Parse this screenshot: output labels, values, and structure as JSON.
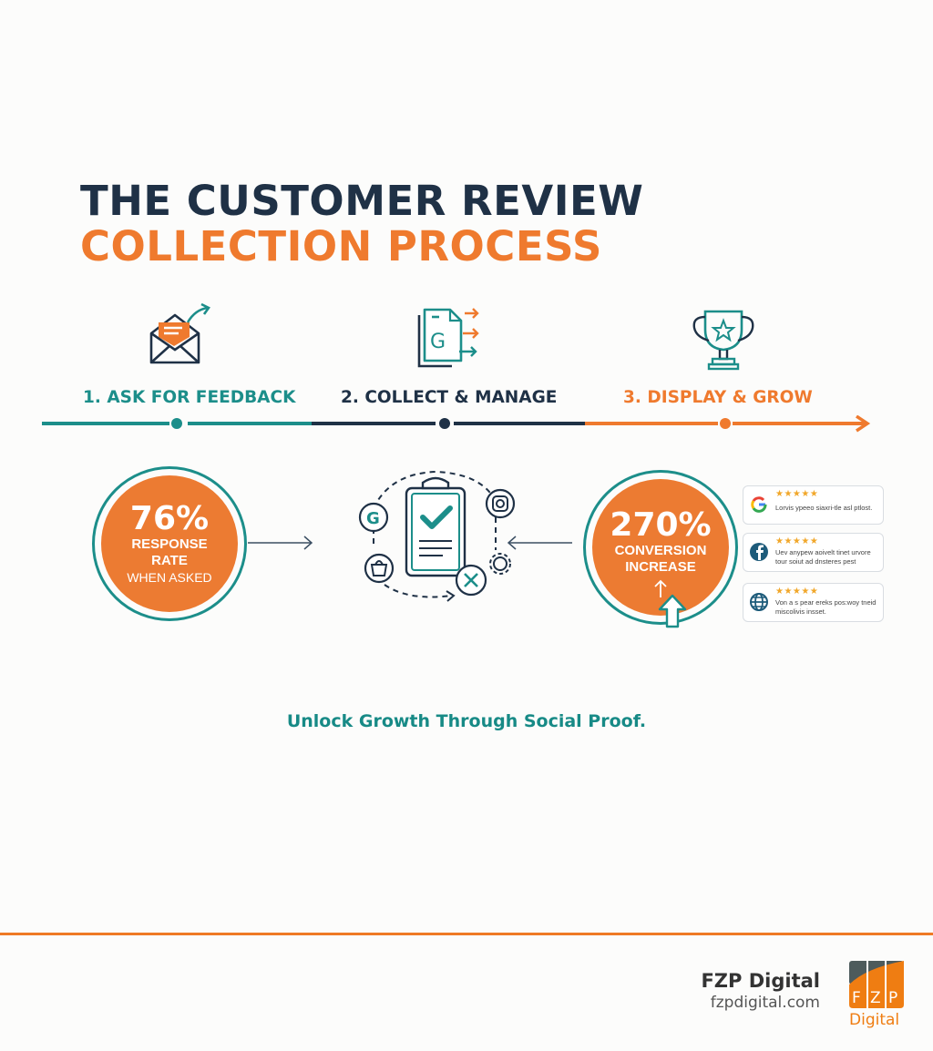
{
  "header": {
    "title_line1": "THE CUSTOMER REVIEW",
    "title_line2": "COLLECTION PROCESS"
  },
  "steps": [
    {
      "label": "1. ASK FOR FEEDBACK",
      "icon": "envelope-send-icon",
      "color": "#1c8e8a"
    },
    {
      "label": "2. COLLECT & MANAGE",
      "icon": "google-document-forward-icon",
      "color": "#1f3146"
    },
    {
      "label": "3. DISPLAY & GROW",
      "icon": "trophy-star-icon",
      "color": "#ef7a2e"
    }
  ],
  "stats": [
    {
      "value": "76%",
      "line1": "RESPONSE",
      "line2": "RATE",
      "line3": "WHEN ASKED"
    },
    {
      "value": "270%",
      "line1": "CONVERSION",
      "line2": "INCREASE"
    }
  ],
  "hub": {
    "center_icon": "clipboard-check-icon",
    "satellite_icons": [
      "google-icon",
      "instagram-icon",
      "basket-icon",
      "gear-icon",
      "reject-x-icon"
    ]
  },
  "reviews": [
    {
      "platform": "google-icon",
      "stars": "★★★★★",
      "text": "Lorvis ypeeo siaxri-tle asl ptlost."
    },
    {
      "platform": "facebook-icon",
      "stars": "★★★★★",
      "text": "Uev anypew aoivelt tinet urvore tour soiut ad dnsteres pest"
    },
    {
      "platform": "globe-icon",
      "stars": "★★★★★",
      "text": "Von a s pear ereks pos:woy tneid miscolivis insset."
    }
  ],
  "tagline": "Unlock Growth Through Social Proof.",
  "footer": {
    "brand_name": "FZP Digital",
    "brand_url": "fzpdigital.com",
    "logo_letters": "FZP",
    "logo_word": "Digital"
  },
  "colors": {
    "teal": "#1c8e8a",
    "navy": "#1f3146",
    "orange": "#ef7a2e",
    "star": "#f1a72a"
  }
}
